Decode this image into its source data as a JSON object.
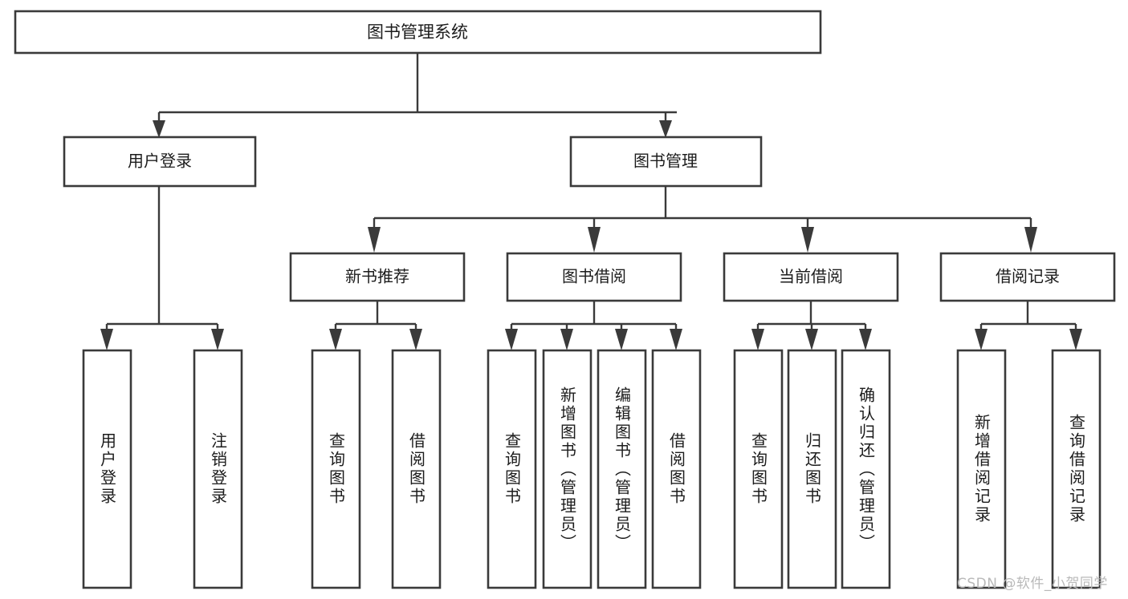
{
  "diagram": {
    "title": "图书管理系统",
    "type": "hierarchy-tree",
    "colors": {
      "box_stroke": "#3a3a3a",
      "box_fill": "#ffffff",
      "edge": "#3a3a3a",
      "text": "#1c1c1c",
      "watermark": "#b9b9b9",
      "background": "#ffffff"
    },
    "root": {
      "label": "图书管理系统"
    },
    "level2": [
      {
        "label": "用户登录"
      },
      {
        "label": "图书管理"
      }
    ],
    "level3": [
      {
        "label": "新书推荐"
      },
      {
        "label": "图书借阅"
      },
      {
        "label": "当前借阅"
      },
      {
        "label": "借阅记录"
      }
    ],
    "leaves": [
      {
        "label": "用户登录",
        "parent": "用户登录"
      },
      {
        "label": "注销登录",
        "parent": "用户登录"
      },
      {
        "label": "查询图书",
        "parent": "新书推荐"
      },
      {
        "label": "借阅图书",
        "parent": "新书推荐"
      },
      {
        "label": "查询图书",
        "parent": "图书借阅"
      },
      {
        "label": "新增图书（管理员）",
        "parent": "图书借阅"
      },
      {
        "label": "编辑图书（管理员）",
        "parent": "图书借阅"
      },
      {
        "label": "借阅图书",
        "parent": "图书借阅"
      },
      {
        "label": "查询图书",
        "parent": "当前借阅"
      },
      {
        "label": "归还图书",
        "parent": "当前借阅"
      },
      {
        "label": "确认归还（管理员）",
        "parent": "当前借阅"
      },
      {
        "label": "新增借阅记录",
        "parent": "借阅记录"
      },
      {
        "label": "查询借阅记录",
        "parent": "借阅记录"
      }
    ]
  },
  "watermark": {
    "text": "CSDN @软件_小贺同学"
  }
}
